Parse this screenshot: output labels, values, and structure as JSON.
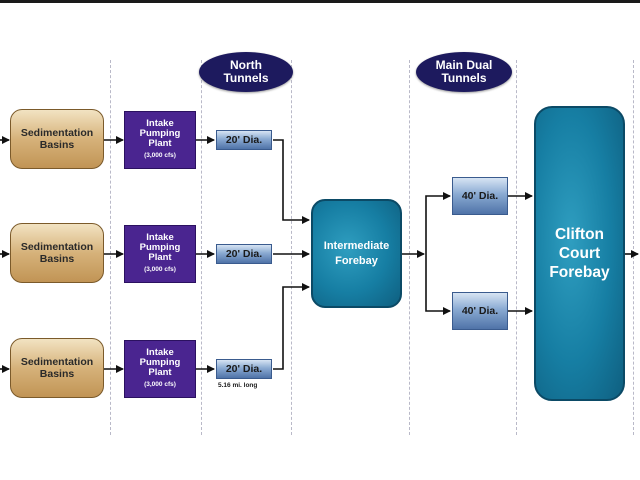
{
  "headers": {
    "north": [
      "North",
      "Tunnels"
    ],
    "main": [
      "Main Dual",
      "Tunnels"
    ]
  },
  "sedimentation": [
    {
      "line1": "Sedimentation",
      "line2": "Basins"
    },
    {
      "line1": "Sedimentation",
      "line2": "Basins"
    },
    {
      "line1": "Sedimentation",
      "line2": "Basins"
    }
  ],
  "intake": [
    {
      "l1": "Intake",
      "l2": "Pumping",
      "l3": "Plant",
      "cap": "(3,000 cfs)"
    },
    {
      "l1": "Intake",
      "l2": "Pumping",
      "l3": "Plant",
      "cap": "(3,000 cfs)"
    },
    {
      "l1": "Intake",
      "l2": "Pumping",
      "l3": "Plant",
      "cap": "(3,000 cfs)"
    }
  ],
  "north_tunnels": [
    "20' Dia.",
    "20' Dia.",
    "20' Dia."
  ],
  "tunnel_length_note": "5.16 mi. long",
  "intermediate_forebay": [
    "Intermediate",
    "Forebay"
  ],
  "main_tunnels": [
    "40' Dia.",
    "40' Dia."
  ],
  "clifton_court_forebay": [
    "Clifton",
    "Court",
    "Forebay"
  ],
  "colors": {
    "oval": "#1d1a5e",
    "intake": "#4a2590",
    "forebay": "#167ea3",
    "sed": "#d6b27a",
    "tunnel": "#8aaad2"
  }
}
